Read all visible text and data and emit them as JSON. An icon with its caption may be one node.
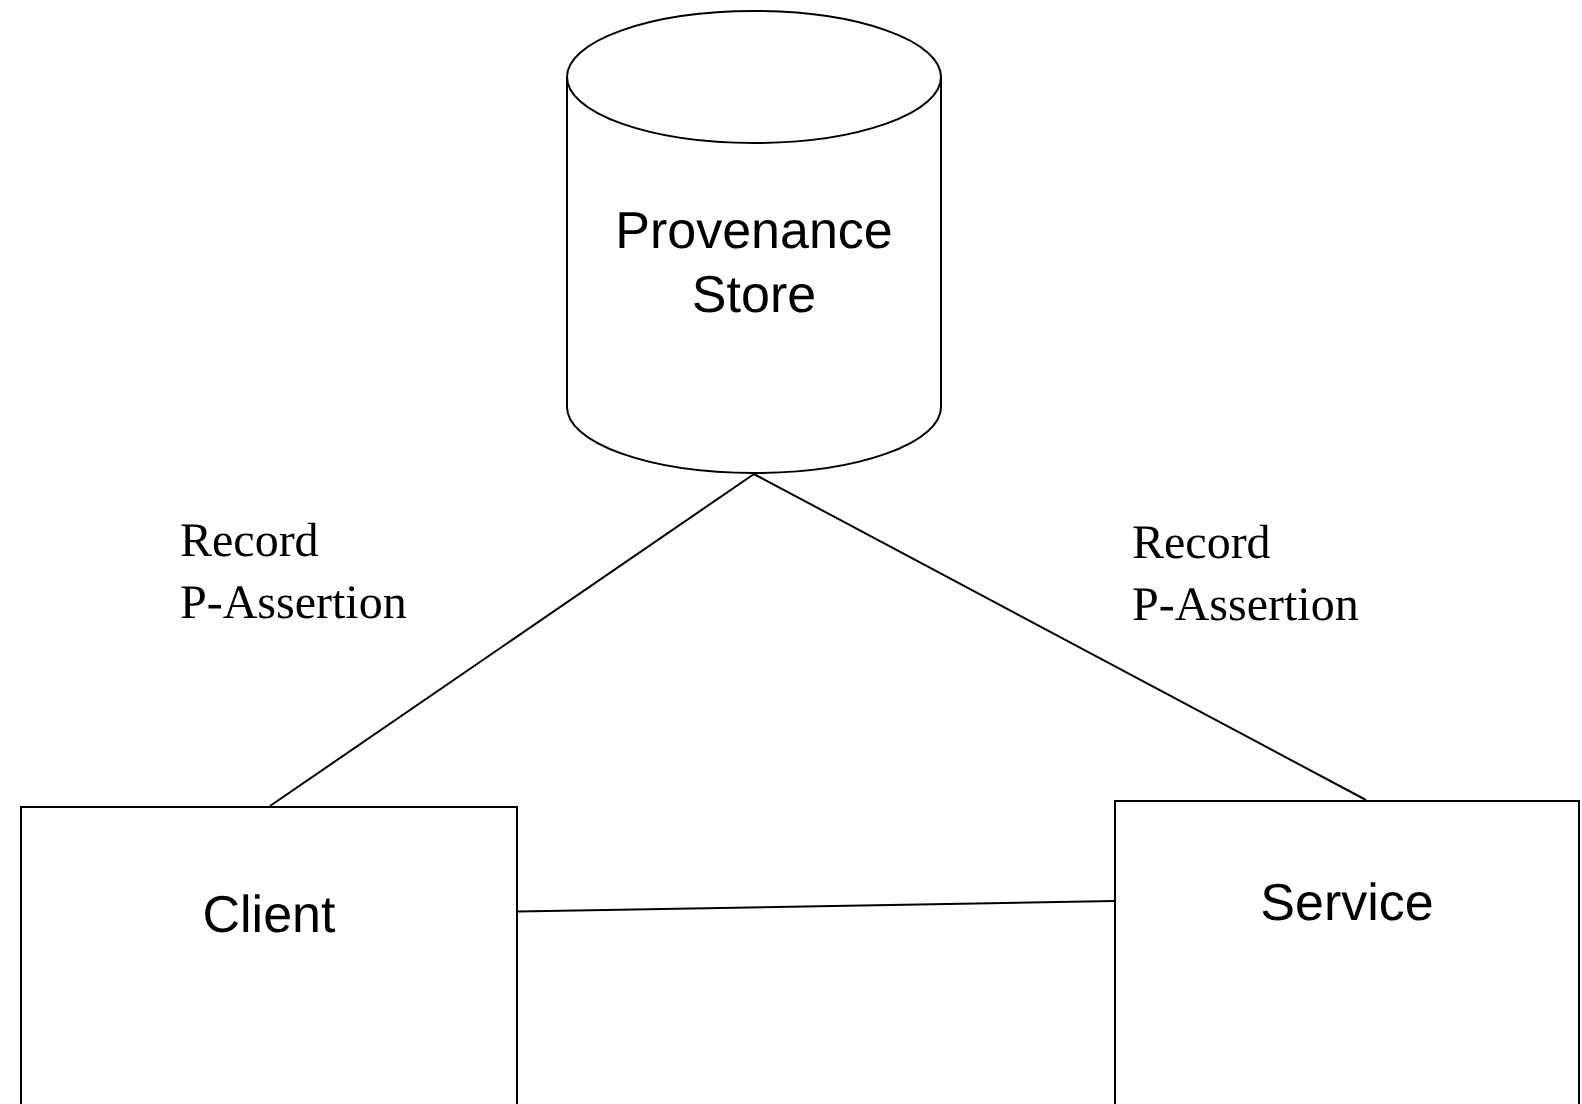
{
  "diagram": {
    "nodes": [
      {
        "text": [
          "Provenance Store"
        ]
      },
      {
        "text": [
          "Client"
        ]
      },
      {
        "text": [
          "Service"
        ]
      }
    ],
    "edges": [
      {
        "from": 0,
        "to": 1,
        "arrow": "none",
        "label": "Record P-Assertion"
      },
      {
        "from": 0,
        "to": 2,
        "arrow": "none",
        "label": "Record P-Assertion"
      },
      {
        "from": 1,
        "to": 2,
        "arrow": "none"
      }
    ]
  }
}
